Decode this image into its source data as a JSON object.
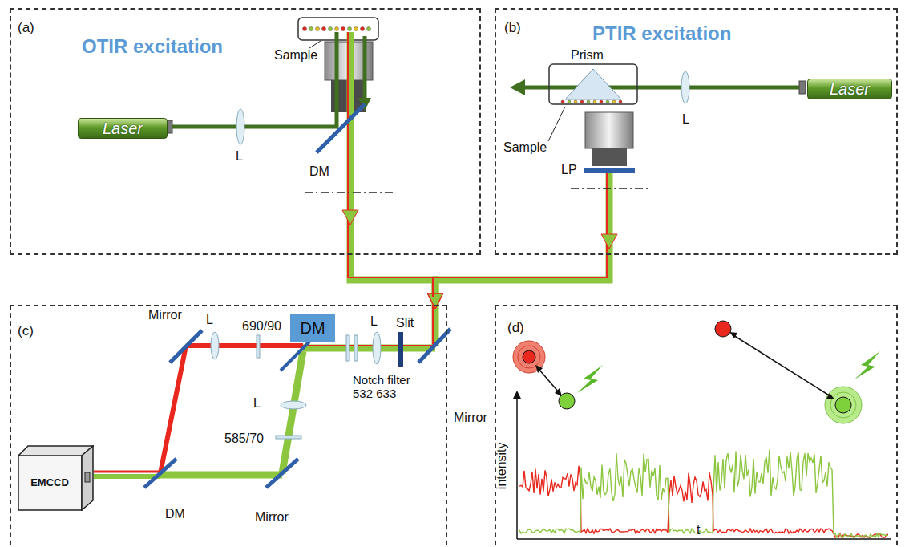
{
  "diagram": {
    "nodes": [
      {
        "text": [
          "(a)",
          "OTIR excitation"
        ]
      },
      {
        "text": [
          "Laser"
        ],
        "in": 0
      },
      {
        "text": [
          "(b)",
          "PTIR excitation"
        ]
      },
      {
        "text": [
          "Laser"
        ],
        "in": 2
      },
      {
        "text": [
          "(c)"
        ]
      },
      {
        "text": [
          "DM"
        ],
        "in": 4
      },
      {
        "text": [
          "EMCCD"
        ],
        "in": 4
      },
      {
        "text": [
          "(d)"
        ]
      }
    ],
    "edges": [
      {
        "from": 0,
        "to": 4,
        "arrow": "to"
      },
      {
        "from": 2,
        "to": 4,
        "arrow": "to"
      }
    ],
    "labels": [
      "Sample",
      "L",
      "DM",
      "Prism",
      "L",
      "Sample",
      "LP",
      "Mirror",
      "L",
      "690/90",
      "L",
      "Slit",
      "Notch filter 532 633",
      "Mirror",
      "L",
      "585/70",
      "Mirror",
      "DM",
      "intensity",
      "t"
    ]
  }
}
